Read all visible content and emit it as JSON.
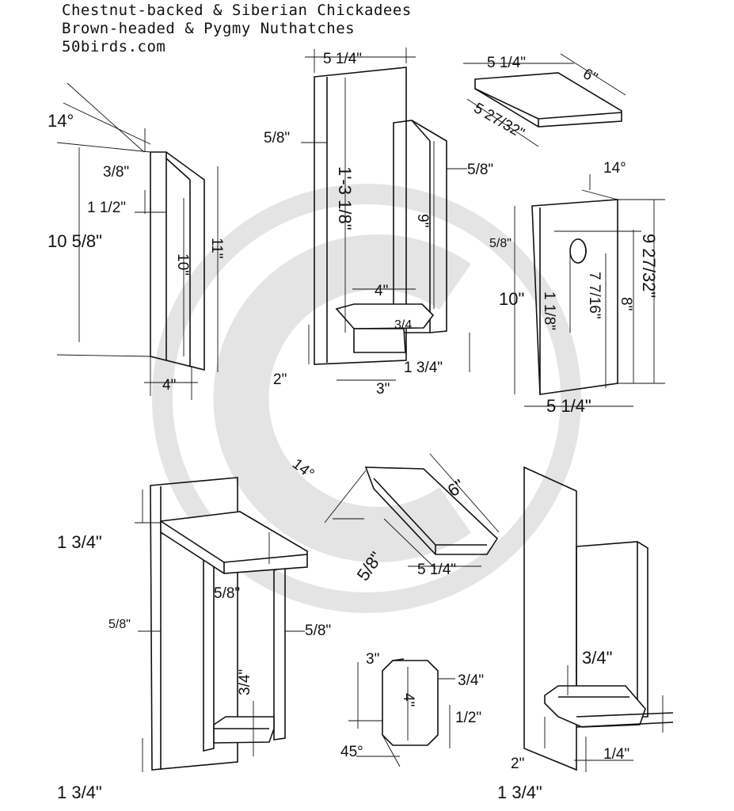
{
  "header": {
    "line1": "Chestnut-backed & Siberian Chickadees",
    "line2": "Brown-headed & Pygmy Nuthatches",
    "line3": "50birds.com"
  },
  "side_panel": {
    "angle": "14°",
    "thickness": "3/8\"",
    "offset": "1 1/2\"",
    "height_short": "10 5/8\"",
    "height_mid": "10\"",
    "height_tall": "11\"",
    "width": "4\""
  },
  "back_panel": {
    "width": "5 1/4\"",
    "thickness_left": "5/8\"",
    "thickness_right": "5/8\"",
    "height": "1'-3 1/8\"",
    "inner_height": "9\"",
    "floor_width": "4\"",
    "floor_thickness": "3/4",
    "bottom_offset": "2\"",
    "floor_depth": "3\"",
    "right_offset": "1 3/4\""
  },
  "roof": {
    "width": "5 1/4\"",
    "depth": "6\"",
    "back_width": "5 27/32\""
  },
  "front_panel": {
    "angle": "14°",
    "hole_offset": "5/8\"",
    "height_left": "10\"",
    "hole_height": "1 1/8\"",
    "hole_center": "7 7/16\"",
    "height_inner": "8\"",
    "height_right": "9 27/32\"",
    "width": "5 1/4\""
  },
  "assembly_left": {
    "top_offset": "1 3/4\"",
    "roof_thickness": "5/8\"",
    "left_thickness": "5/8\"",
    "right_thickness": "5/8\"",
    "floor_thickness": "3/4\"",
    "bottom_offset": "1 3/4\""
  },
  "roof_iso": {
    "angle": "14°",
    "depth": "6\"",
    "thickness": "5/8\"",
    "width": "5 1/4\""
  },
  "floor": {
    "width": "3\"",
    "thickness": "3/4\"",
    "height": "4\"",
    "corner": "1/2\"",
    "angle": "45°"
  },
  "assembly_right": {
    "floor_thickness": "3/4\"",
    "bottom_offset": "2\"",
    "gap": "1/4\"",
    "bottom_height": "1 3/4\""
  }
}
